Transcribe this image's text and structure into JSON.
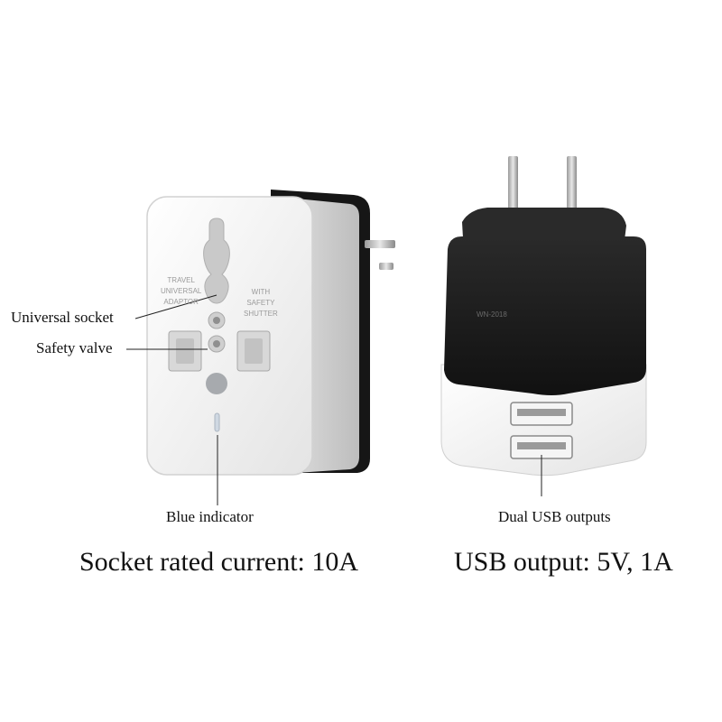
{
  "callouts": {
    "universal_socket": "Universal socket",
    "safety_valve": "Safety valve",
    "blue_indicator": "Blue indicator",
    "dual_usb_outputs": "Dual USB outputs"
  },
  "captions": {
    "socket_rating": "Socket rated current: 10A",
    "usb_output": "USB output: 5V, 1A"
  },
  "adapter_print": {
    "line1": "TRAVEL",
    "line2": "UNIVERSAL",
    "line3": "ADAPTOR",
    "right1": "WITH",
    "right2": "SAFETY",
    "right3": "SHUTTER"
  },
  "charger_print": {
    "model": "WN-2018"
  },
  "colors": {
    "body_white": "#f3f3f3",
    "body_black": "#1b1b1b",
    "indicator_blue": "#5aa0e6"
  }
}
